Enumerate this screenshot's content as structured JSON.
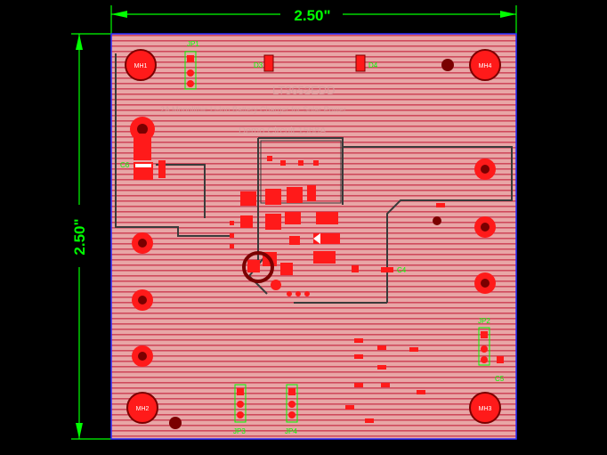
{
  "dimensions": {
    "width_label": "2.50\"",
    "height_label": "2.50\""
  },
  "mounting_holes": [
    "MH1",
    "MH4",
    "MH2",
    "MH3"
  ],
  "designators": {
    "jp1": "JP1",
    "jp2": "JP2",
    "jp3": "JP3",
    "jp4": "JP4",
    "d3": "D3",
    "d4": "D4",
    "c4": "C4",
    "c5": "C5",
    "c6": "C6"
  },
  "board_text": {
    "part": "LT3652EDD",
    "subtitle": "2A Monolithic Li-Ion Battery Charger for Solar Power",
    "circuit": "Demo Circuit 1568A"
  },
  "colors": {
    "board": "#e8a6a6",
    "board_stripe": "#d24a5a",
    "copper": "#ff1a1a",
    "pad_dark": "#7a0000",
    "silk": "#00ff00",
    "outline": "#2a2aff",
    "trace": "#3a3a3a"
  }
}
